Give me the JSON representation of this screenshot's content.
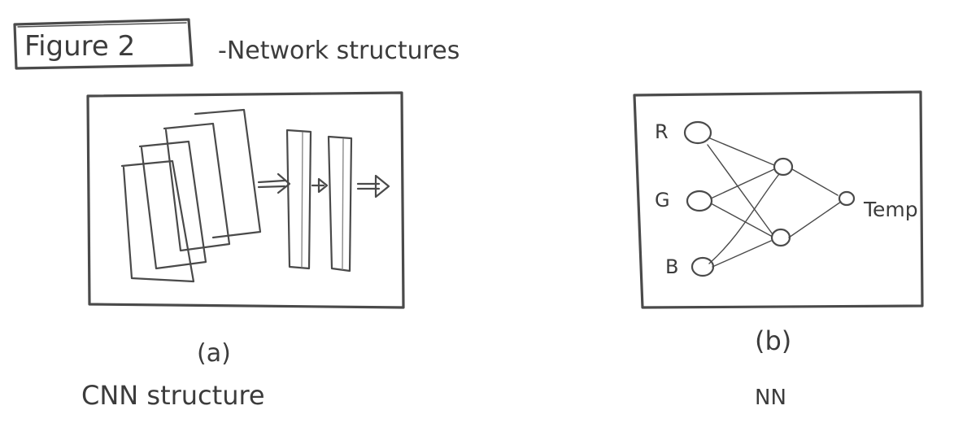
{
  "figure": {
    "label": "Figure 2",
    "title": "-Network structures"
  },
  "panel_a": {
    "caption": "(a)",
    "name": "CNN structure"
  },
  "panel_b": {
    "caption": "(b)",
    "name": "NN",
    "inputs": [
      "R",
      "G",
      "B"
    ],
    "output": "Temp"
  }
}
